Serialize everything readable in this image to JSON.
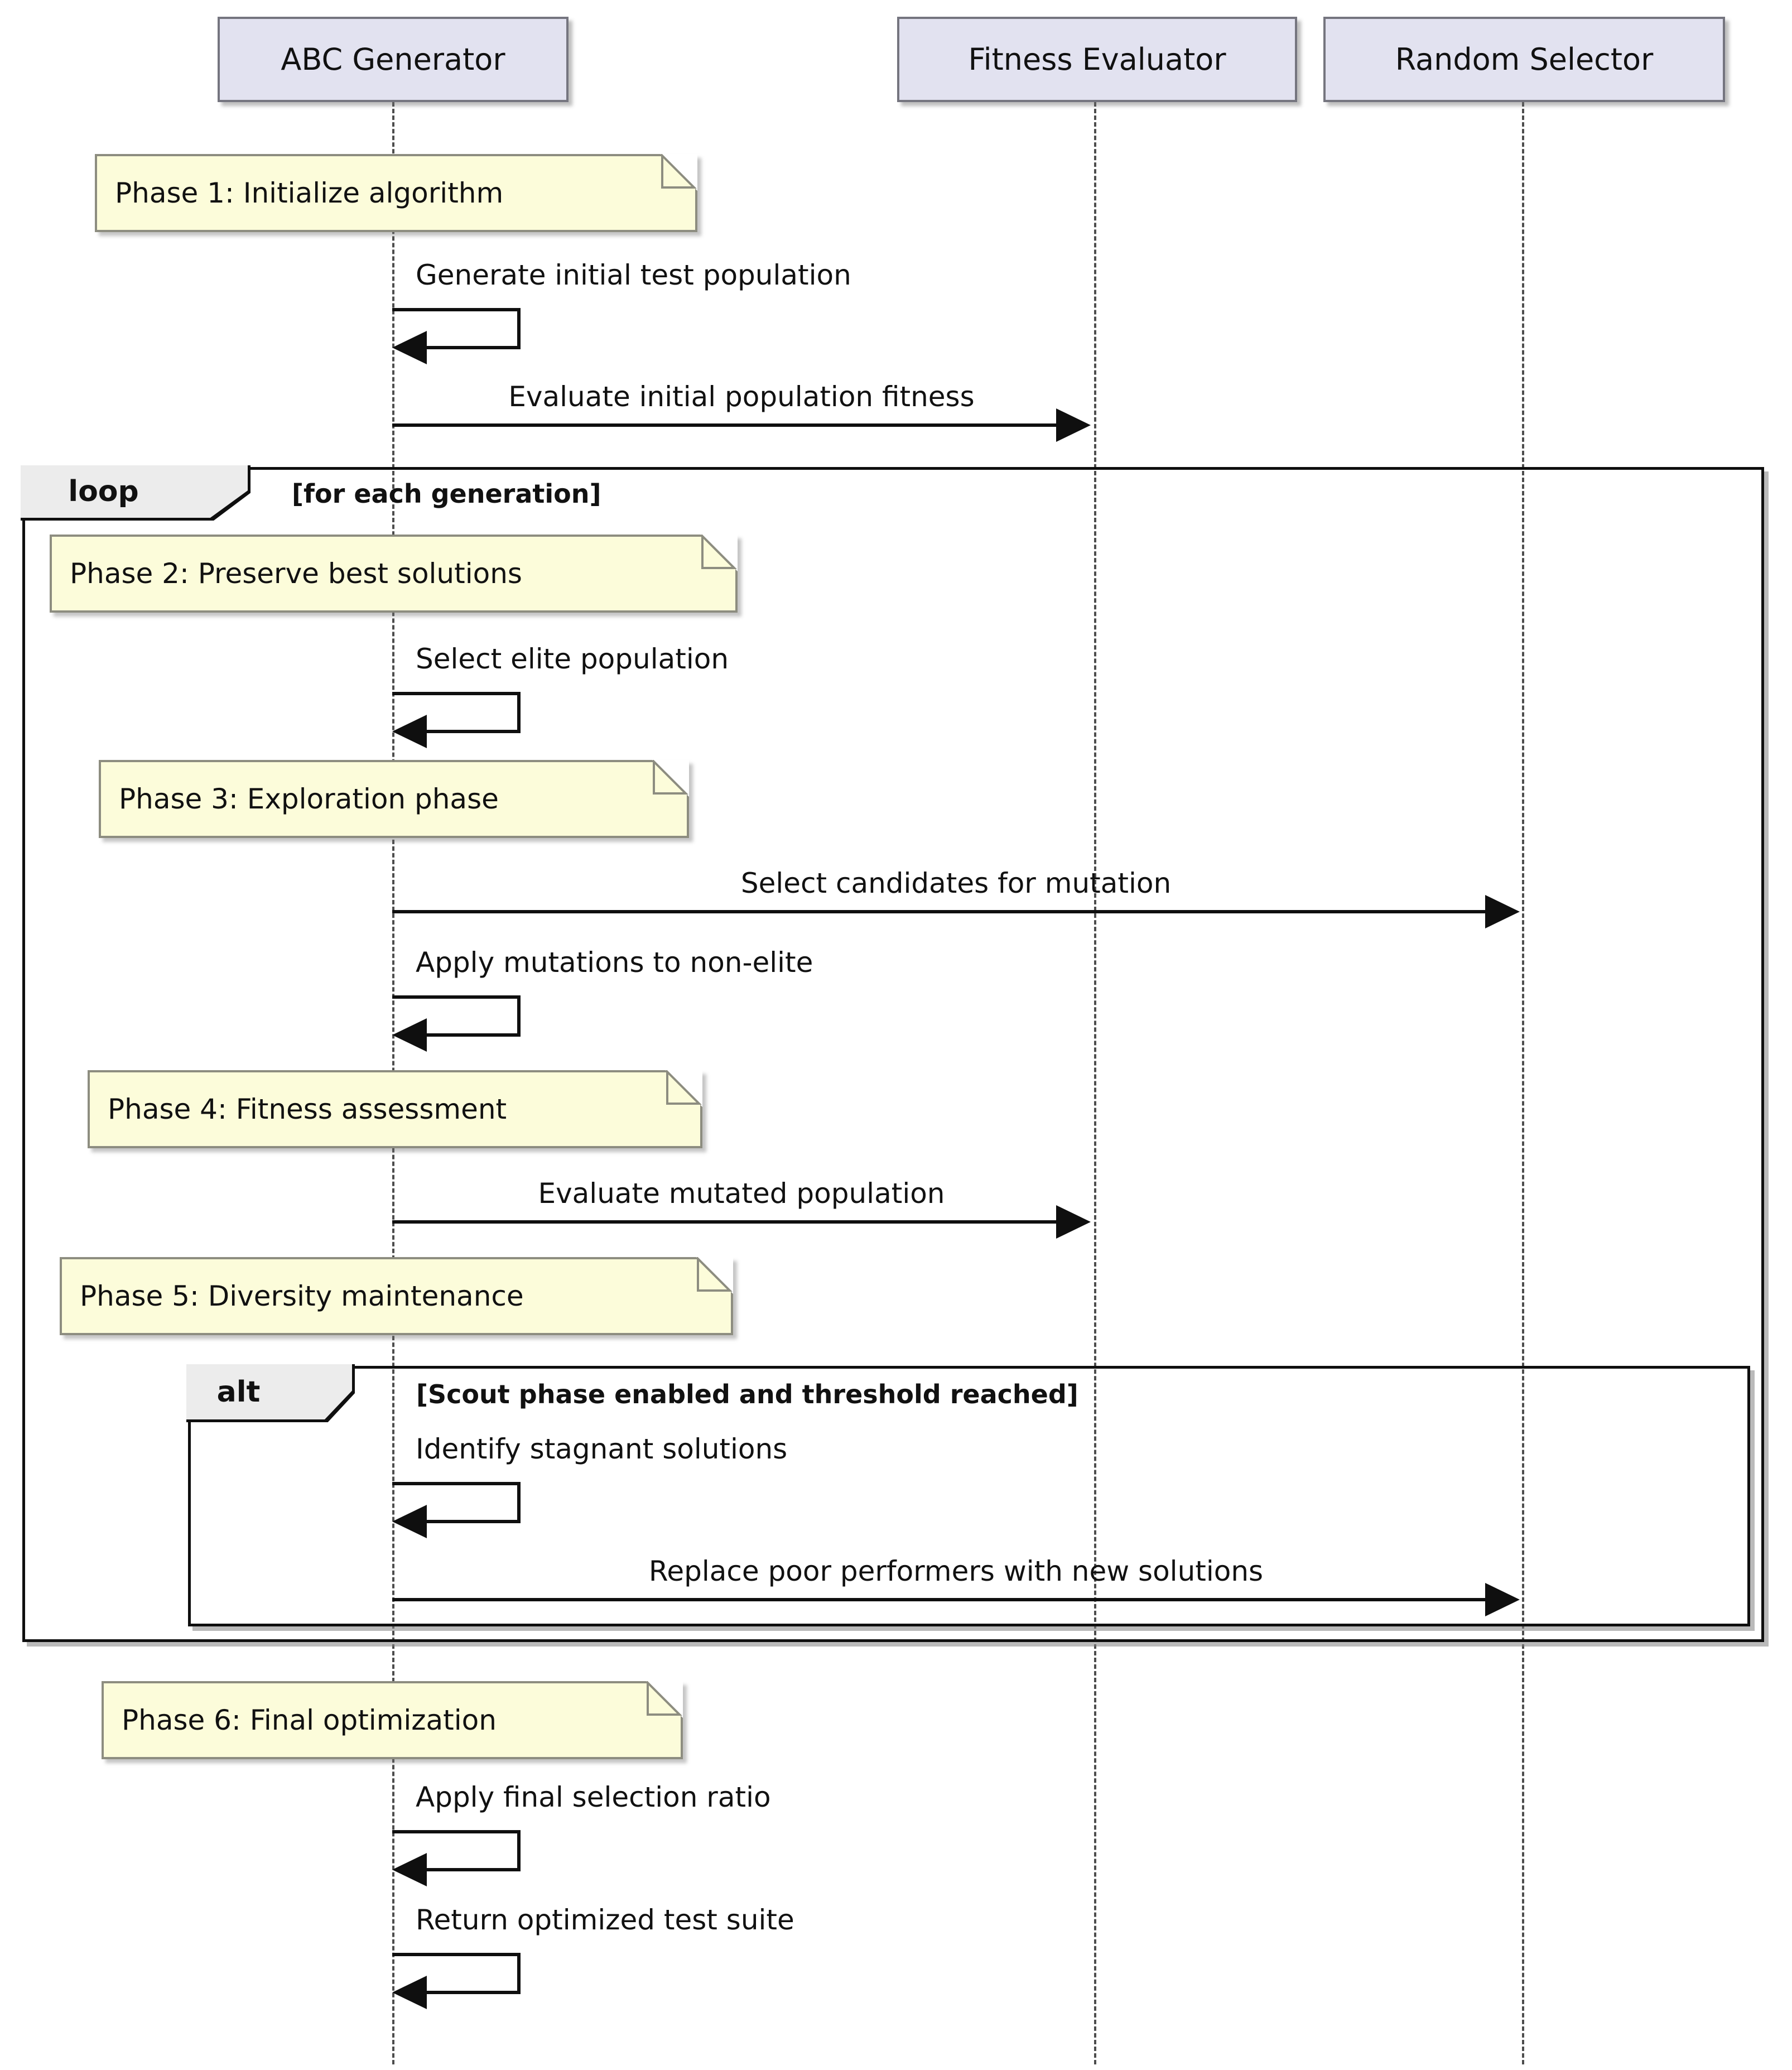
{
  "diagram": {
    "participants": [
      {
        "name": "ABC Generator"
      },
      {
        "name": "Fitness Evaluator"
      },
      {
        "name": "Random Selector"
      }
    ],
    "notes": [
      {
        "text": "Phase 1: Initialize algorithm"
      },
      {
        "text": "Phase 2: Preserve best solutions"
      },
      {
        "text": "Phase 3: Exploration phase"
      },
      {
        "text": "Phase 4: Fitness assessment"
      },
      {
        "text": "Phase 5: Diversity maintenance"
      },
      {
        "text": "Phase 6: Final optimization"
      }
    ],
    "frames": {
      "loop": {
        "label": "loop",
        "condition": "[for each generation]"
      },
      "alt": {
        "label": "alt",
        "condition": "[Scout phase enabled and threshold reached]"
      }
    },
    "messages": [
      {
        "text": "Generate initial test population",
        "from": "ABC Generator",
        "to": "ABC Generator",
        "type": "self"
      },
      {
        "text": "Evaluate initial population fitness",
        "from": "ABC Generator",
        "to": "Fitness Evaluator",
        "type": "arrow"
      },
      {
        "text": "Select elite population",
        "from": "ABC Generator",
        "to": "ABC Generator",
        "type": "self"
      },
      {
        "text": "Select candidates for mutation",
        "from": "ABC Generator",
        "to": "Random Selector",
        "type": "arrow"
      },
      {
        "text": "Apply mutations to non-elite",
        "from": "ABC Generator",
        "to": "ABC Generator",
        "type": "self"
      },
      {
        "text": "Evaluate mutated population",
        "from": "ABC Generator",
        "to": "Fitness Evaluator",
        "type": "arrow"
      },
      {
        "text": "Identify stagnant solutions",
        "from": "ABC Generator",
        "to": "ABC Generator",
        "type": "self"
      },
      {
        "text": "Replace poor performers with new solutions",
        "from": "ABC Generator",
        "to": "Random Selector",
        "type": "arrow"
      },
      {
        "text": "Apply final selection ratio",
        "from": "ABC Generator",
        "to": "ABC Generator",
        "type": "self"
      },
      {
        "text": "Return optimized test suite",
        "from": "ABC Generator",
        "to": "ABC Generator",
        "type": "self"
      }
    ],
    "colors": {
      "participant_fill": "#E2E2F0",
      "note_fill": "#FCFCDA",
      "frame_label_fill": "#ECECEC",
      "line": "#0f0f0f"
    }
  }
}
